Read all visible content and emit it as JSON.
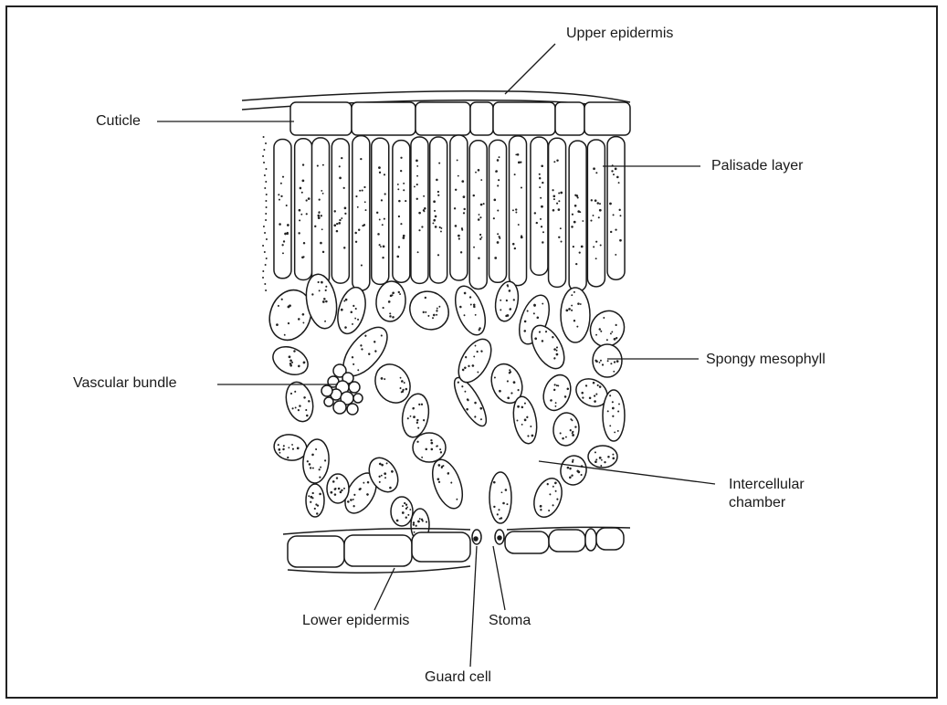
{
  "labels": {
    "upper_epidermis": "Upper epidermis",
    "cuticle": "Cuticle",
    "palisade_layer": "Palisade layer",
    "vascular_bundle": "Vascular bundle",
    "spongy_mesophyll": "Spongy mesophyll",
    "intercellular_chamber": "Intercellular\nchamber",
    "lower_epidermis": "Lower epidermis",
    "stoma": "Stoma",
    "guard_cell": "Guard cell"
  },
  "colors": {
    "line": "#1a1a1a",
    "background": "#ffffff",
    "stipple": "#222222"
  }
}
